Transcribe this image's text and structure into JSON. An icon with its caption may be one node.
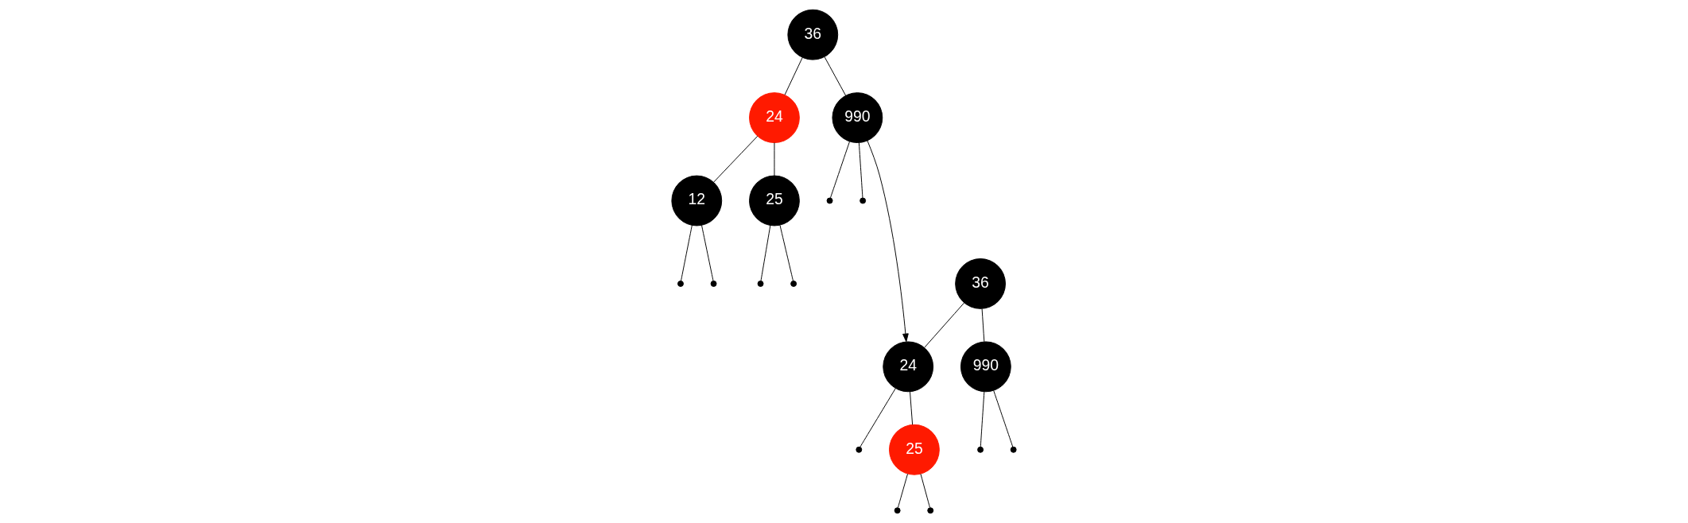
{
  "diagram": {
    "nodes": [
      {
        "text": [
          "36"
        ]
      },
      {
        "text": [
          "24"
        ]
      },
      {
        "text": [
          "990"
        ]
      },
      {
        "text": [
          "12"
        ]
      },
      {
        "text": [
          "25"
        ]
      },
      {
        "text": [],
        "shape": "circle"
      },
      {
        "text": [],
        "shape": "circle"
      },
      {
        "text": [],
        "shape": "circle"
      },
      {
        "text": [],
        "shape": "circle"
      },
      {
        "text": [],
        "shape": "circle"
      },
      {
        "text": [],
        "shape": "circle"
      },
      {
        "text": [
          "36"
        ]
      },
      {
        "text": [
          "24"
        ]
      },
      {
        "text": [
          "990"
        ]
      },
      {
        "text": [],
        "shape": "circle"
      },
      {
        "text": [
          "25"
        ]
      },
      {
        "text": [],
        "shape": "circle"
      },
      {
        "text": [],
        "shape": "circle"
      },
      {
        "text": [],
        "shape": "circle"
      },
      {
        "text": [],
        "shape": "circle"
      }
    ],
    "edges": [
      {
        "from": 0,
        "to": 1,
        "arrow": "none"
      },
      {
        "from": 0,
        "to": 2,
        "arrow": "none"
      },
      {
        "from": 1,
        "to": 3,
        "arrow": "none"
      },
      {
        "from": 1,
        "to": 4,
        "arrow": "none"
      },
      {
        "from": 2,
        "to": 5,
        "arrow": "none"
      },
      {
        "from": 2,
        "to": 6,
        "arrow": "none"
      },
      {
        "from": 3,
        "to": 7,
        "arrow": "none"
      },
      {
        "from": 3,
        "to": 8,
        "arrow": "none"
      },
      {
        "from": 4,
        "to": 9,
        "arrow": "none"
      },
      {
        "from": 4,
        "to": 10,
        "arrow": "none"
      },
      {
        "from": 2,
        "to": 12,
        "arrow": "to"
      },
      {
        "from": 11,
        "to": 12,
        "arrow": "none"
      },
      {
        "from": 11,
        "to": 13,
        "arrow": "none"
      },
      {
        "from": 12,
        "to": 14,
        "arrow": "none"
      },
      {
        "from": 12,
        "to": 15,
        "arrow": "none"
      },
      {
        "from": 13,
        "to": 16,
        "arrow": "none"
      },
      {
        "from": 13,
        "to": 17,
        "arrow": "none"
      },
      {
        "from": 15,
        "to": 18,
        "arrow": "none"
      },
      {
        "from": 15,
        "to": 19,
        "arrow": "none"
      }
    ]
  }
}
